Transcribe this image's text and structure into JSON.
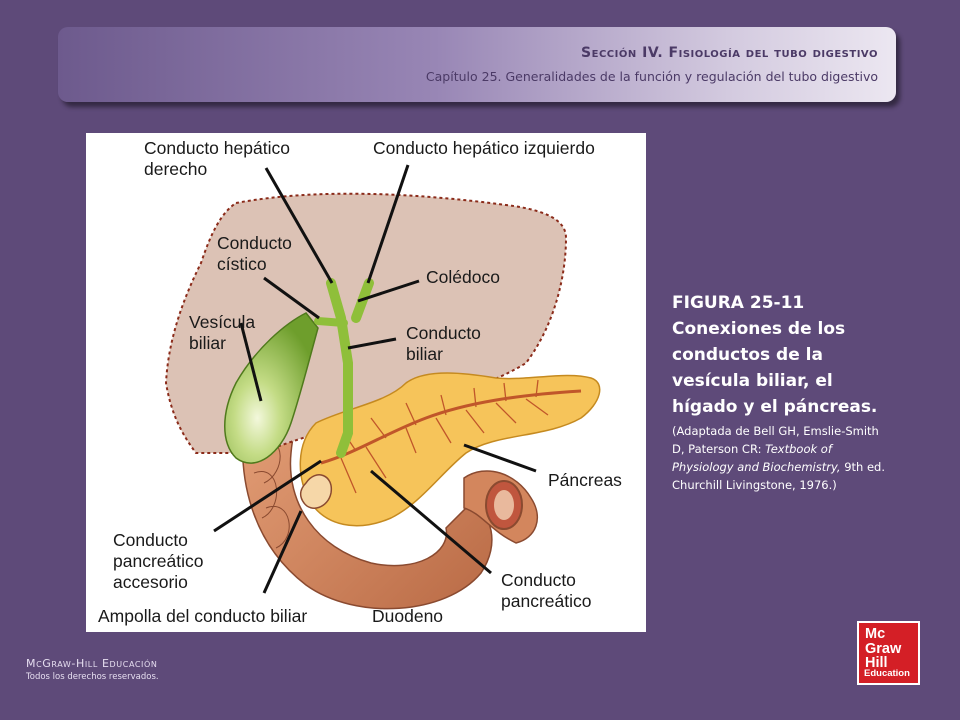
{
  "header": {
    "section": "Sección IV.  Fisiología del tubo digestivo",
    "chapter": "Capítulo 25.  Generalidades de la función y regulación del tubo digestivo"
  },
  "figure": {
    "labels": {
      "hepatic_right": "Conducto hepático\nderecho",
      "hepatic_left": "Conducto hepático izquierdo",
      "cystic": "Conducto\ncístico",
      "choledoch": "Colédoco",
      "gallbladder": "Vesícula\nbiliar",
      "bile_duct": "Conducto\nbiliar",
      "pancreas": "Páncreas",
      "accessory_duct": "Conducto\npancreático\naccesorio",
      "ampulla": "Ampolla del conducto biliar",
      "duodenum": "Duodeno",
      "pancreatic_duct": "Conducto\npancreático"
    }
  },
  "caption": {
    "title": "FIGURA 25-11 Conexiones de los conductos de la vesícula biliar, el hígado y el páncreas.",
    "source_prefix": "(Adaptada de Bell GH, Emslie-Smith D, Paterson CR: ",
    "source_italic": "Textbook of Physiology and Biochemistry,",
    "source_suffix": " 9th ed. Churchill Livingstone, 1976.)"
  },
  "footer": {
    "publisher": "McGraw-Hill Educación",
    "rights": "Todos los derechos reservados."
  },
  "logo": {
    "line1": "Mc",
    "line2": "Graw",
    "line3": "Hill",
    "line4": "Education"
  },
  "colors": {
    "background": "#5e4a79",
    "liver": "#dcc2b5",
    "gallbladder": "#9bc24a",
    "pancreas": "#f6c45a",
    "duodenum": "#d88f66",
    "logo_red": "#d41f26"
  }
}
